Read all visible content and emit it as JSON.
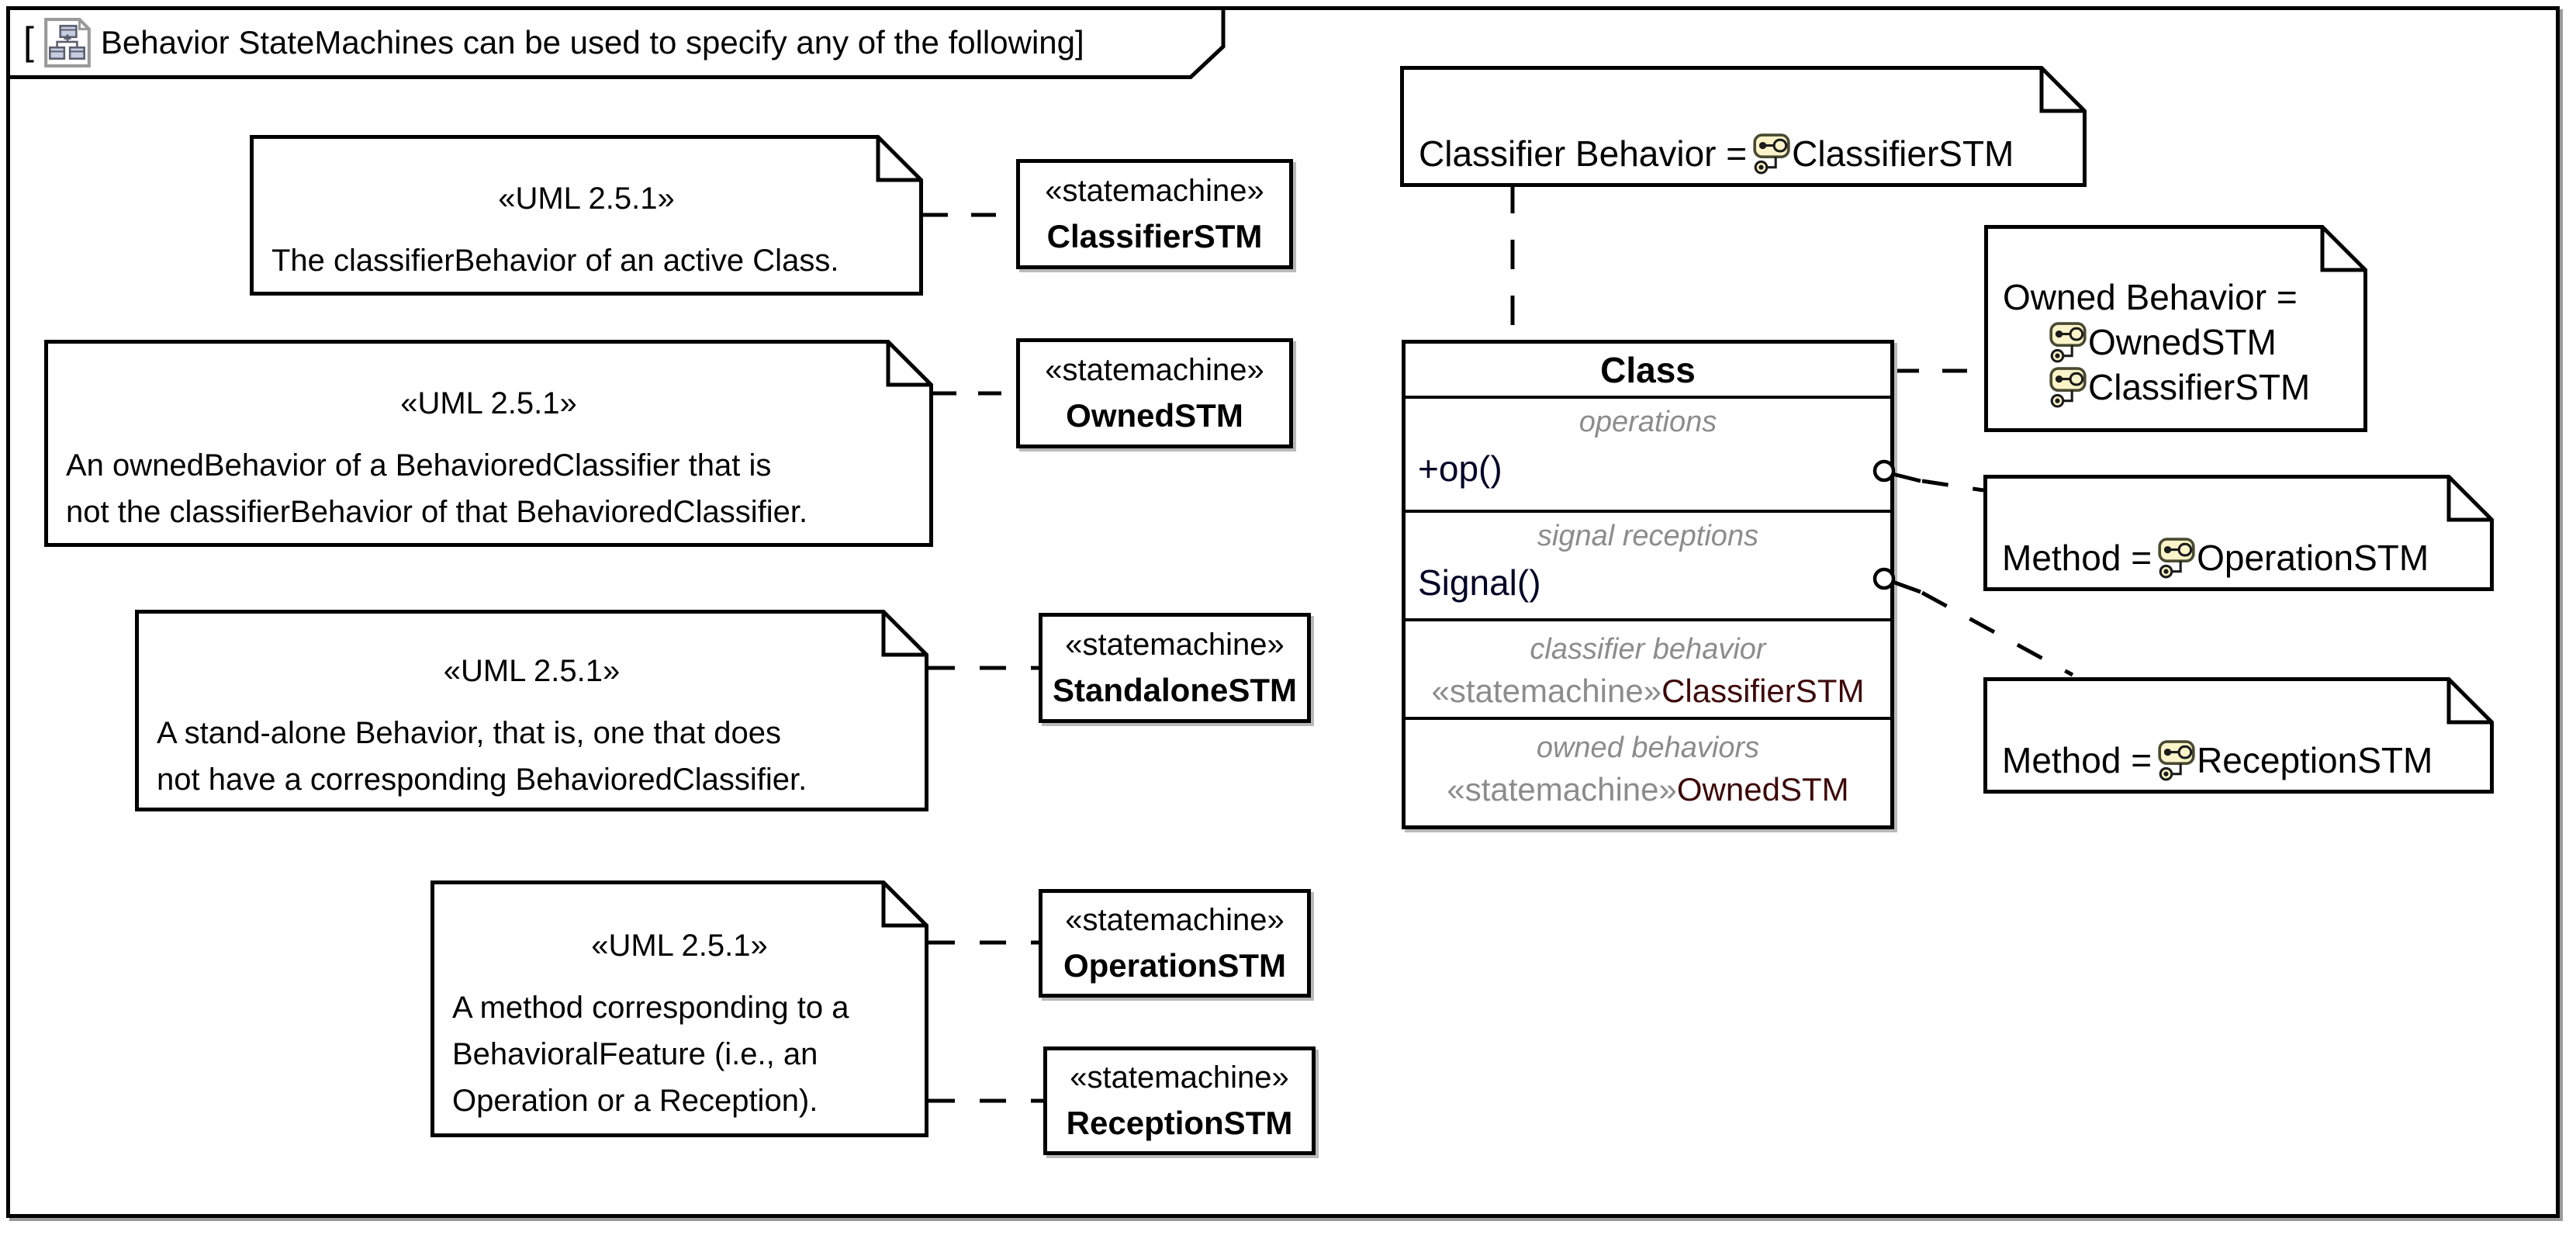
{
  "frame": {
    "bracket_open": "[",
    "bracket_close": "]",
    "title": "Behavior StateMachines can be used to specify any of the following"
  },
  "stereotypes": {
    "uml": "«UML 2.5.1»",
    "statemachine": "«statemachine»"
  },
  "notes": {
    "classifier": {
      "lines": [
        "The classifierBehavior of an active Class."
      ]
    },
    "owned": {
      "lines": [
        "An ownedBehavior of a BehavioredClassifier that is",
        "not the classifierBehavior of that BehavioredClassifier."
      ]
    },
    "standalone": {
      "lines": [
        "A stand-alone Behavior, that is, one that does",
        "not have a corresponding BehavioredClassifier."
      ]
    },
    "method": {
      "lines": [
        "A method corresponding to a",
        "BehavioralFeature (i.e., an",
        "Operation or a Reception)."
      ]
    }
  },
  "statemachines": {
    "classifier": "ClassifierSTM",
    "owned": "OwnedSTM",
    "standalone": "StandaloneSTM",
    "operation": "OperationSTM",
    "reception": "ReceptionSTM"
  },
  "class_box": {
    "title": "Class",
    "operations": {
      "label": "operations",
      "item": "+op()"
    },
    "signal_receptions": {
      "label": "signal receptions",
      "item": "Signal()"
    },
    "classifier_behavior": {
      "label": "classifier behavior",
      "stereotype": "«statemachine»",
      "value": "ClassifierSTM"
    },
    "owned_behaviors": {
      "label": "owned behaviors",
      "stereotype": "«statemachine»",
      "value": "OwnedSTM"
    }
  },
  "right_notes": {
    "classifier_behavior": {
      "prefix": "Classifier Behavior = ",
      "value": "ClassifierSTM"
    },
    "owned_behavior": {
      "prefix": "Owned Behavior =",
      "items": [
        "OwnedSTM",
        "ClassifierSTM"
      ]
    },
    "method_operation": {
      "prefix": "Method = ",
      "value": "OperationSTM"
    },
    "method_reception": {
      "prefix": "Method = ",
      "value": "ReceptionSTM"
    }
  },
  "icons": {
    "statemachine_icon": "stm-mini-icon",
    "diagram_icon": "class-diagram-icon",
    "interface_lollipop": "provided-interface-circle"
  },
  "colors": {
    "line": "#000000",
    "gray_text": "#8c8c8c",
    "maroon_text": "#3d0808",
    "item_text": "#000026",
    "icon_fill": "#FBF4C9",
    "shadow": "#b9b9b9"
  }
}
